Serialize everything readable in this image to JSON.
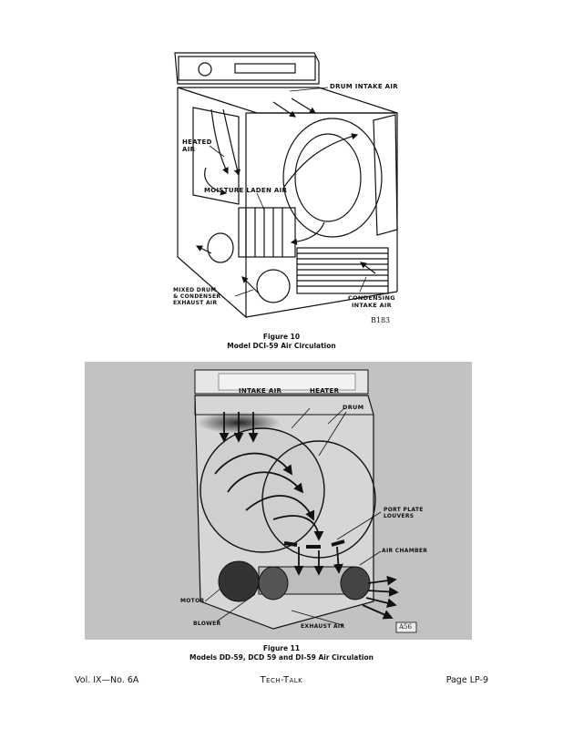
{
  "figure10": {
    "labels": {
      "drum_intake_air": "DRUM INTAKE AIR",
      "heated_air": "HEATED\nAIR",
      "moisture_laden_air": "MOISTURE LADEN AIR",
      "mixed_exhaust": "MIXED DRUM\n& CONDENSER\nEXHAUST AIR",
      "condensing_intake": "CONDENSING\nINTAKE AIR",
      "code": "B183"
    },
    "caption_title": "Figure 10",
    "caption_text": "Model DCI-59 Air Circulation"
  },
  "figure11": {
    "labels": {
      "intake_air": "INTAKE AIR",
      "heater": "HEATER",
      "drum": "DRUM",
      "port_plate_louvers": "PORT PLATE\nLOUVERS",
      "air_chamber": "AIR CHAMBER",
      "motor": "MOTOR",
      "blower": "BLOWER",
      "exhaust_air": "EXHAUST AIR",
      "code": "A56"
    },
    "caption_title": "Figure 11",
    "caption_text": "Models DD-59, DCD 59 and DI-59 Air Circulation"
  },
  "footer": {
    "volume": "Vol. IX—No. 6A",
    "publication": "Tech-Talk",
    "page": "Page LP-9"
  }
}
